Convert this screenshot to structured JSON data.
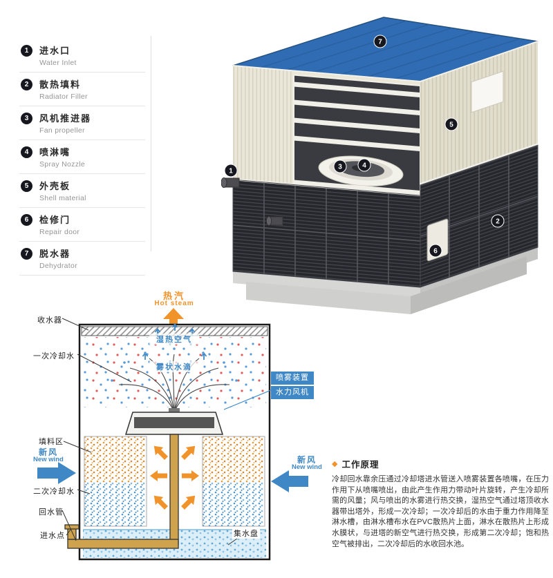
{
  "legend": {
    "items": [
      {
        "num": "1",
        "zh": "进水口",
        "en": "Water Inlet"
      },
      {
        "num": "2",
        "zh": "散热填料",
        "en": "Radiator Filler"
      },
      {
        "num": "3",
        "zh": "风机推进器",
        "en": "Fan propeller"
      },
      {
        "num": "4",
        "zh": "喷淋嘴",
        "en": "Spray Nozzle"
      },
      {
        "num": "5",
        "zh": "外壳板",
        "en": "Shell material"
      },
      {
        "num": "6",
        "zh": "检修门",
        "en": "Repair door"
      },
      {
        "num": "7",
        "zh": "脱水器",
        "en": "Dehydrator"
      }
    ]
  },
  "tower": {
    "callout_numbers": [
      "1",
      "2",
      "3",
      "4",
      "5",
      "6",
      "7"
    ]
  },
  "schematic": {
    "hot_steam_zh": "热汽",
    "hot_steam_en": "Hot steam",
    "collector": "收水器",
    "primary_cooling": "一次冷却水",
    "wet_air": "湿热空气",
    "mist_drops": "雾状水滴",
    "spray_device": "喷雾装置",
    "hydraulic_fan": "水力风机",
    "fill_zone": "填料区",
    "secondary_cooling": "二次冷却水",
    "new_wind_left_zh": "新风",
    "new_wind_left_en": "New wind",
    "new_wind_right_zh": "新风",
    "new_wind_right_en": "New wind",
    "return_pipe": "回水管",
    "inlet_point": "进水点",
    "water_pan": "集水盘"
  },
  "principle": {
    "bullet": "◆",
    "title": "工作原理",
    "body": "冷却回水靠余压通过冷却塔进水管送入喷雾装置各喷嘴，在压力作用下从喷嘴喷出，由此产生作用力带动叶片旋转，产生冷却所需的风量；风与喷出的水雾进行热交换，湿热空气通过塔顶收水器带出塔外，形成一次冷却；一次冷却后的水由于重力作用降至淋水槽，由淋水槽布水在PVC散热片上面，淋水在散热片上形成水膜状，与进塔的新空气进行热交换，形成第二次冷却；饱和热空气被排出，二次冷却后的水收回水池。"
  },
  "colors": {
    "accent_orange": "#f0932b",
    "accent_blue": "#3f88c5",
    "roof_blue": "#2f6cb3",
    "callout_bg": "#17171f"
  }
}
